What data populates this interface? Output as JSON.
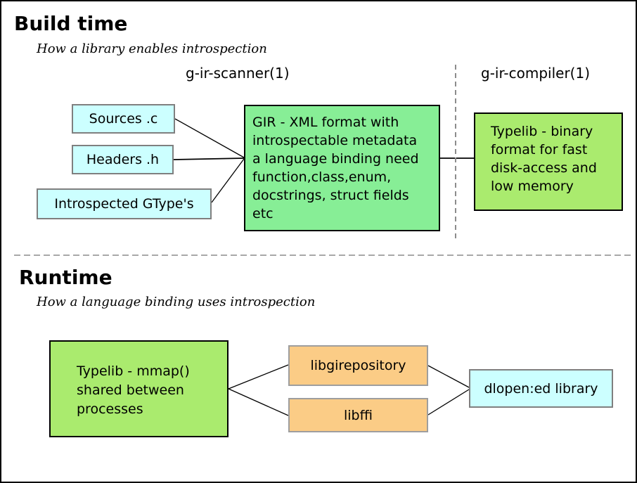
{
  "colors": {
    "cyan_fill": "#CCFFFF",
    "cyan_border": "#7F7F7F",
    "mint_fill": "#87EE96",
    "green_fill": "#AAEB6E",
    "orange_fill": "#FBCC86",
    "orange_border": "#9E9E9E",
    "connector": "#000000",
    "dashed_line": "#8C8C8C"
  },
  "build": {
    "title": "Build time",
    "subtitle": "How a library enables introspection",
    "scanner_label": "g-ir-scanner(1)",
    "compiler_label": "g-ir-compiler(1)",
    "sources_box": "Sources .c",
    "headers_box": "Headers .h",
    "gtypes_box": "Introspected GType's",
    "gir_box": "GIR - XML format with\nintrospectable metadata\na language binding need\nfunction,class,enum,\ndocstrings, struct fields\netc",
    "typelib_box": "Typelib - binary\nformat for fast\ndisk-access and\nlow memory"
  },
  "runtime": {
    "title": "Runtime",
    "subtitle": "How a language binding uses introspection",
    "typelib_box": "Typelib - mmap()\nshared between\nprocesses",
    "libgirepository_box": "libgirepository",
    "libffi_box": "libffi",
    "dlopen_box": "dlopen:ed library"
  }
}
